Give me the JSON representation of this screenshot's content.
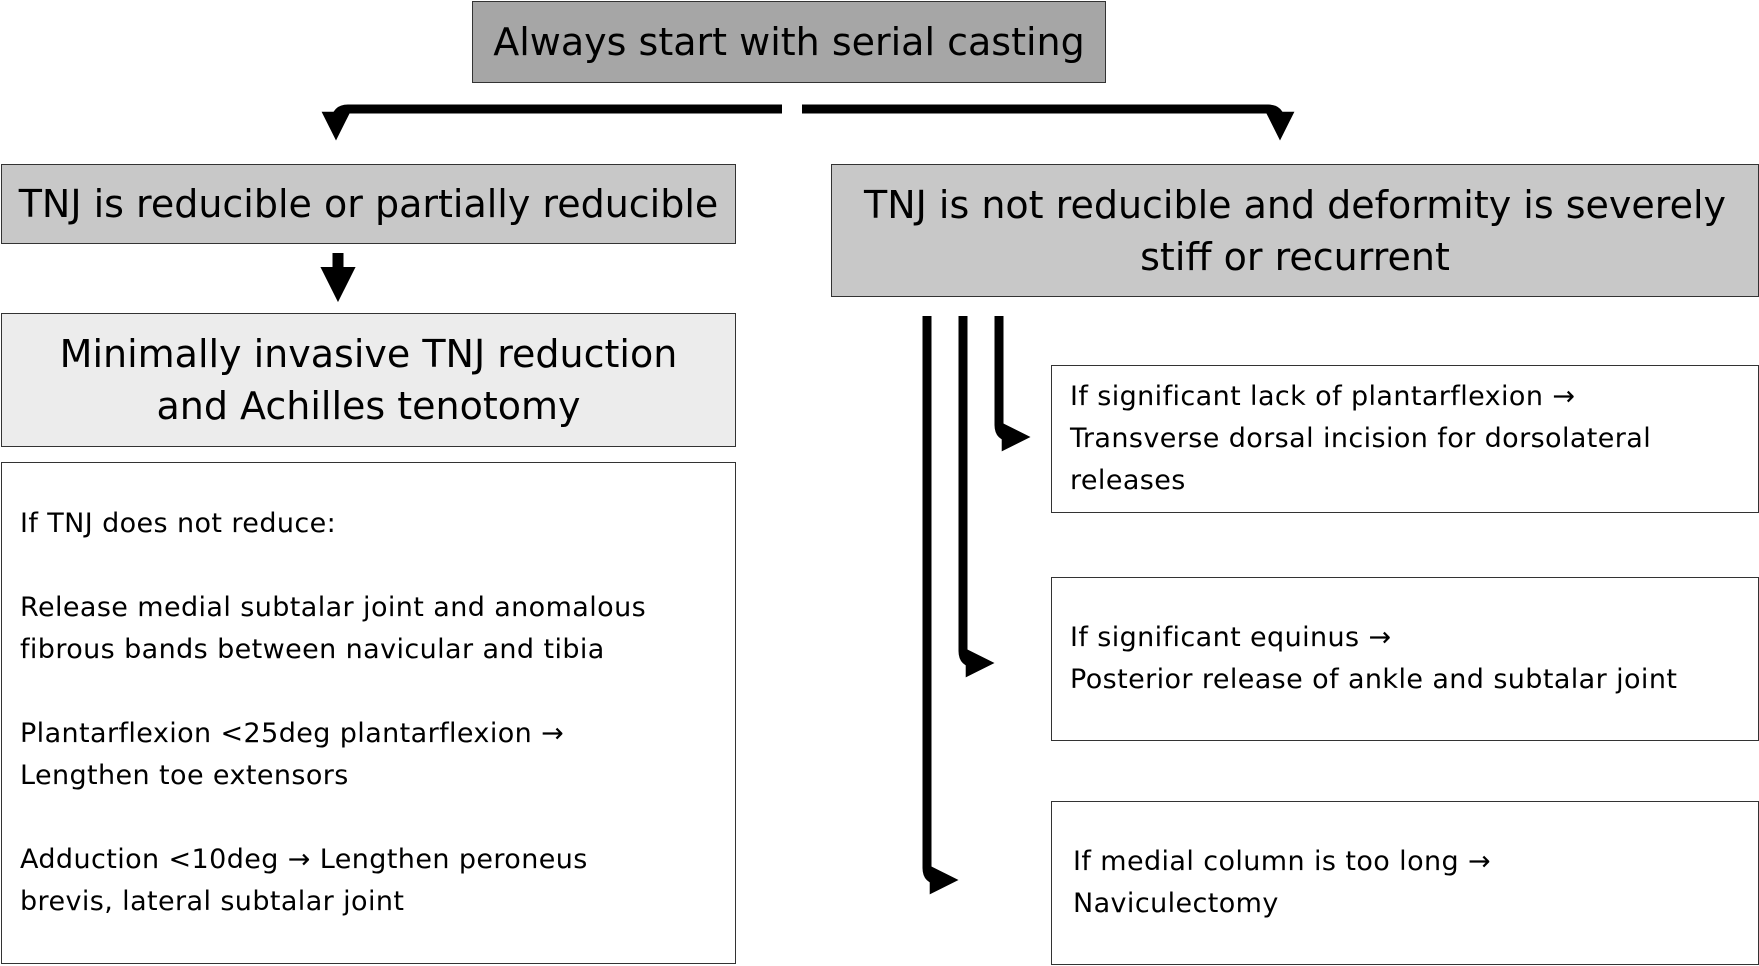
{
  "top": {
    "label": "Always start with serial casting"
  },
  "left": {
    "header": "TNJ is reducible or partially reducible",
    "middle": {
      "line1": "Minimally invasive TNJ reduction",
      "line2": "and Achilles tenotomy"
    },
    "detail": {
      "intro": "If TNJ does not reduce:",
      "item1": {
        "line1": "Release medial subtalar joint and anomalous",
        "line2": "fibrous bands between navicular and tibia"
      },
      "item2": {
        "line1": "Plantarflexion <25deg plantarflexion →",
        "line2": "Lengthen toe extensors"
      },
      "item3": {
        "line1": "Adduction <10deg → Lengthen peroneus",
        "line2": "brevis, lateral subtalar joint"
      }
    }
  },
  "right": {
    "header": {
      "line1": "TNJ is not reducible and deformity is severely",
      "line2": "stiff or recurrent"
    },
    "boxes": [
      {
        "line1": "If significant lack of plantarflexion →",
        "line2": "Transverse dorsal incision for dorsolateral",
        "line3": "releases"
      },
      {
        "line1": "If significant equinus →",
        "line2": "Posterior release of ankle and subtalar joint"
      },
      {
        "line1": "If medial column is too long →",
        "line2": "Naviculectomy"
      }
    ]
  }
}
